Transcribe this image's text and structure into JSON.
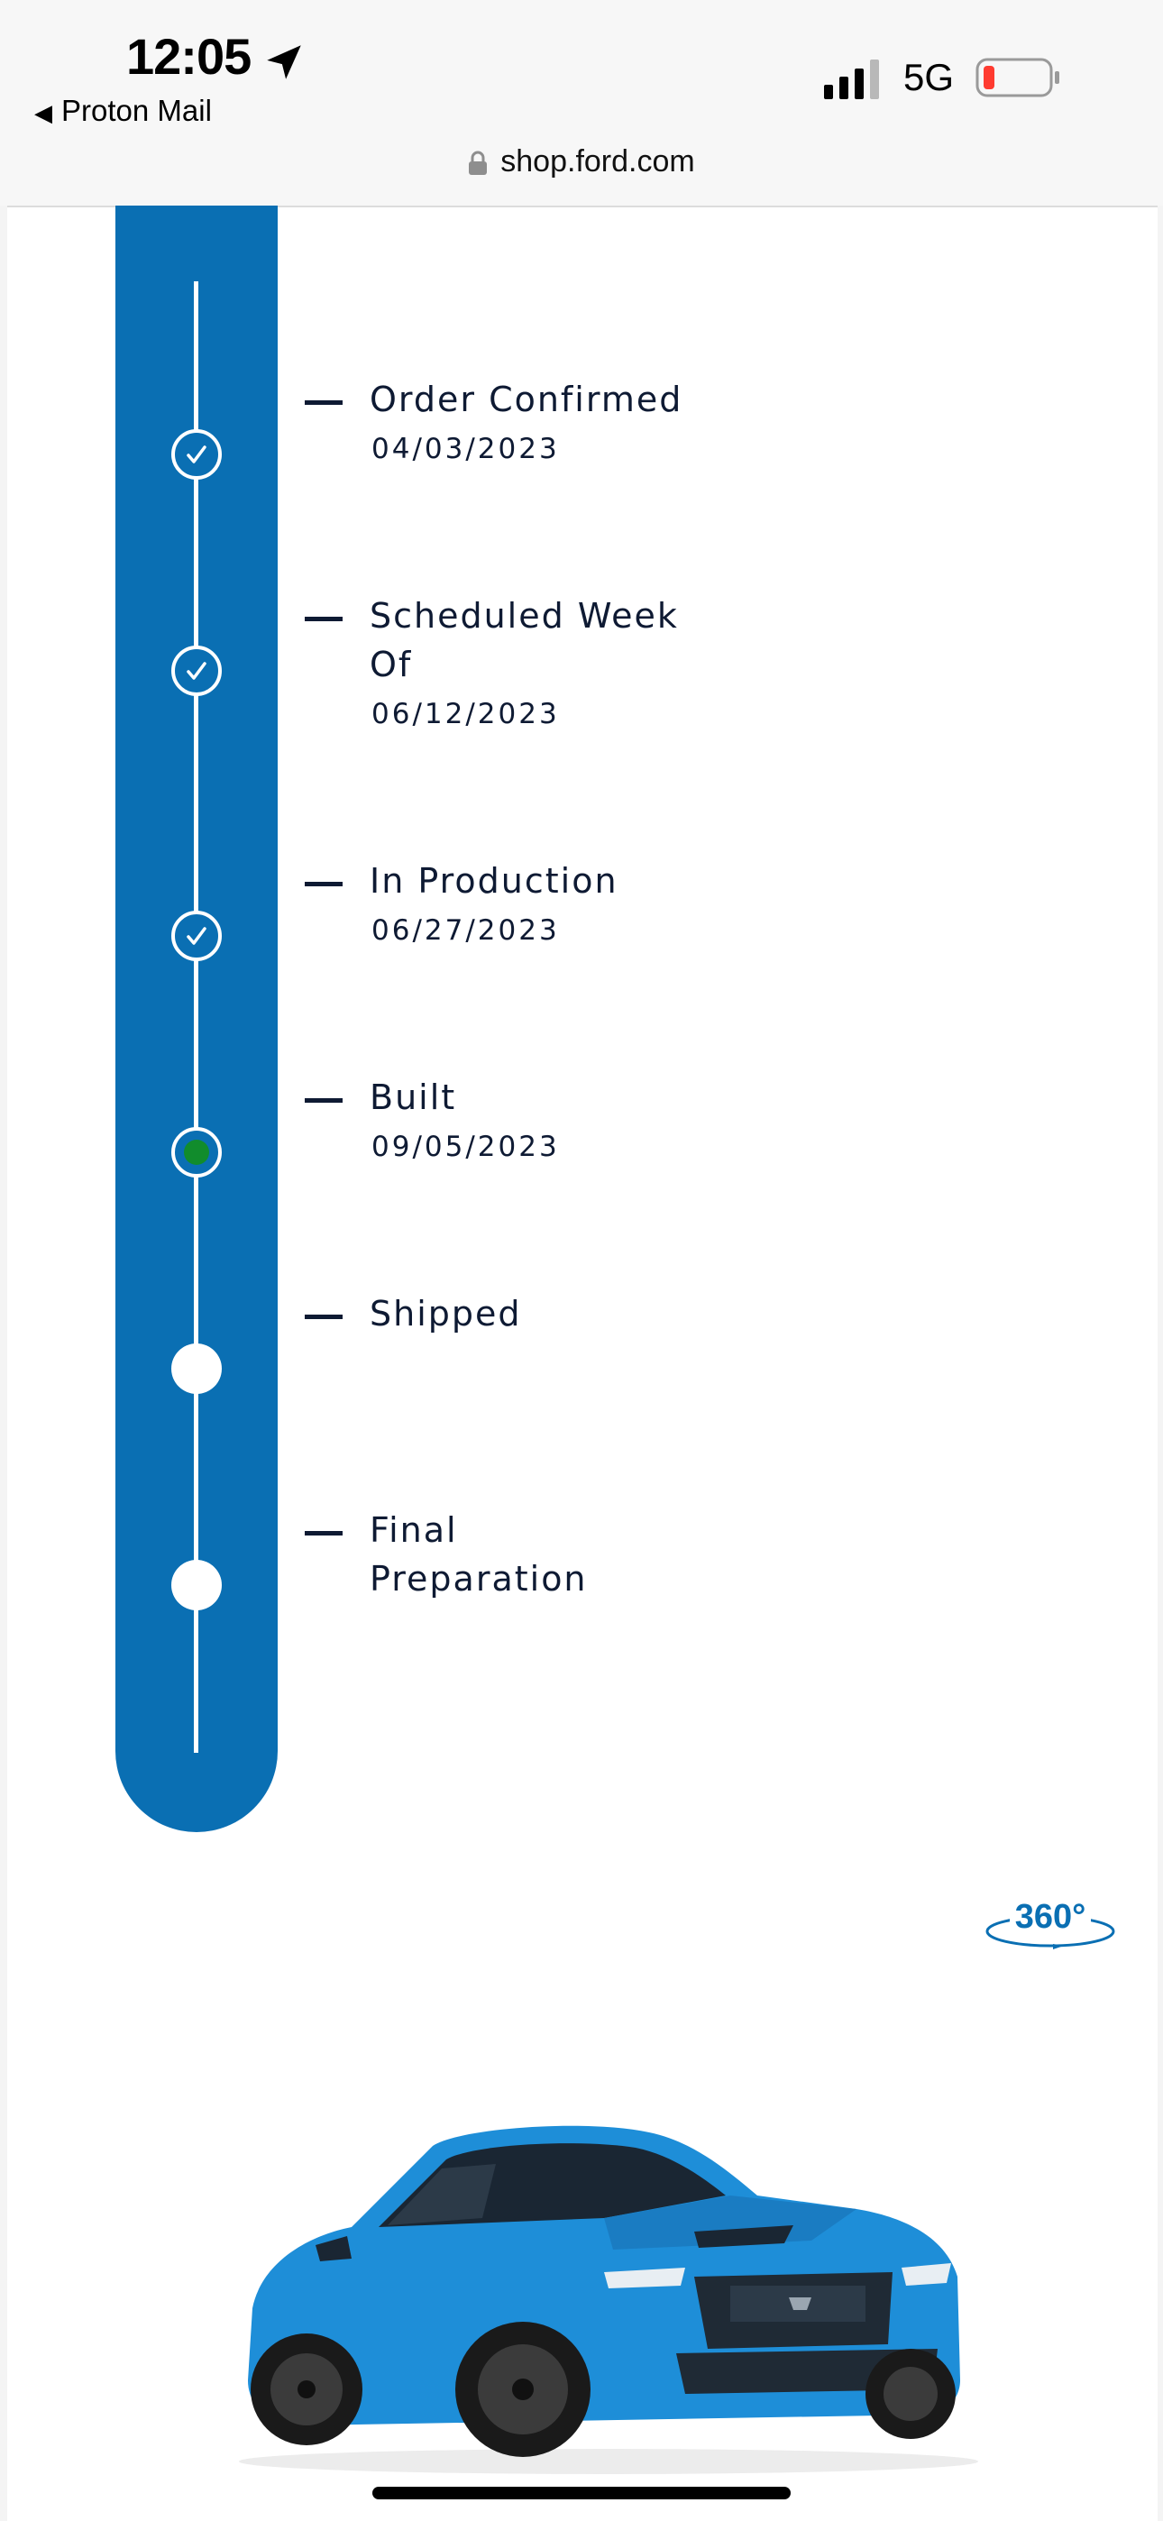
{
  "status_bar": {
    "time": "12:05",
    "back_app": "Proton Mail",
    "network": "5G"
  },
  "url_bar": {
    "domain": "shop.ford.com"
  },
  "timeline": {
    "steps": [
      {
        "label": "Order Confirmed",
        "date": "04/03/2023",
        "state": "complete"
      },
      {
        "label": "Scheduled Week Of",
        "label_line1": "Scheduled Week",
        "label_line2": "Of",
        "date": "06/12/2023",
        "state": "complete"
      },
      {
        "label": "In Production",
        "date": "06/27/2023",
        "state": "complete"
      },
      {
        "label": "Built",
        "date": "09/05/2023",
        "state": "current"
      },
      {
        "label": "Shipped",
        "date": "",
        "state": "pending"
      },
      {
        "label": "Final Preparation",
        "label_line1": "Final",
        "label_line2": "Preparation",
        "date": "",
        "state": "pending"
      }
    ]
  },
  "view_360": {
    "label": "360°"
  },
  "colors": {
    "timeline_blue": "#0a6fb3",
    "current_dot": "#118c2c",
    "text_navy": "#0e1a33",
    "car_blue": "#1e8ed8"
  }
}
